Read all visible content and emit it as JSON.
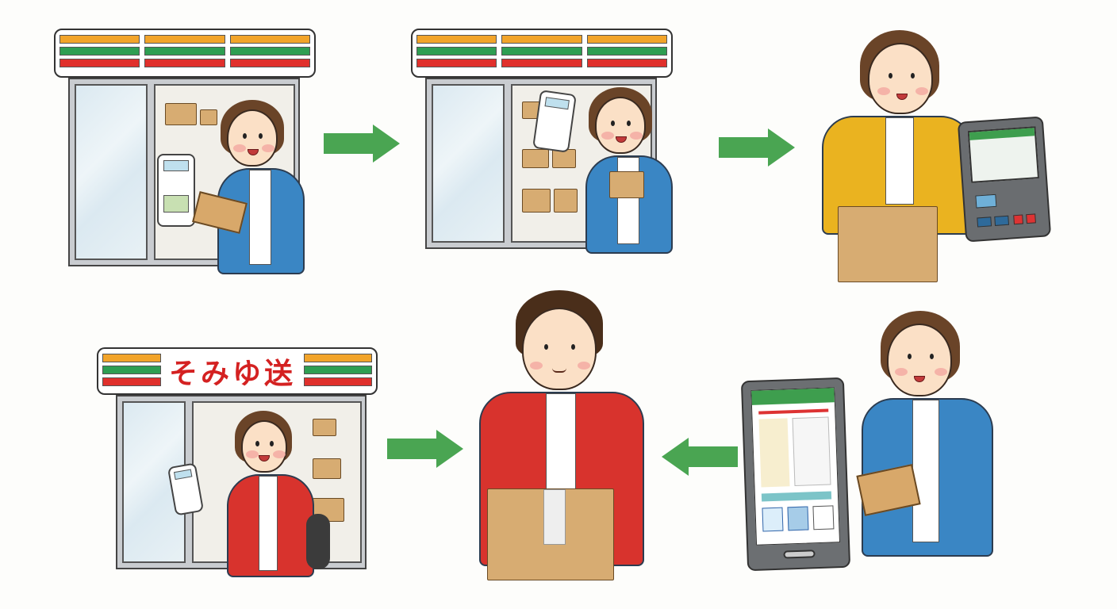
{
  "scene": {
    "description": "Six-panel illustrated flow of sending a parcel from a convenience store",
    "panels": [
      {
        "id": 1,
        "label": "Customer at store kiosk with notebook"
      },
      {
        "id": 2,
        "label": "Customer scanning code on handheld in store"
      },
      {
        "id": 3,
        "label": "Customer taping box beside payment terminal"
      },
      {
        "id": 4,
        "label": "Customer at store with payment device and phone"
      },
      {
        "id": 5,
        "label": "Man holding packaged box"
      },
      {
        "id": 6,
        "label": "Customer holding tablet with delivery form"
      }
    ],
    "arrows": [
      "right",
      "right",
      "right",
      "left"
    ]
  },
  "store_sign": {
    "text": "そみゆ送"
  },
  "colors": {
    "stripe_orange": "#f2a42a",
    "stripe_green": "#2e9e52",
    "stripe_red": "#e0302c",
    "arrow_green": "#4aa552",
    "jacket_blue": "#3a86c4",
    "jacket_yellow": "#eab320",
    "jacket_red": "#d8332d",
    "box_brown": "#d7ac72"
  }
}
